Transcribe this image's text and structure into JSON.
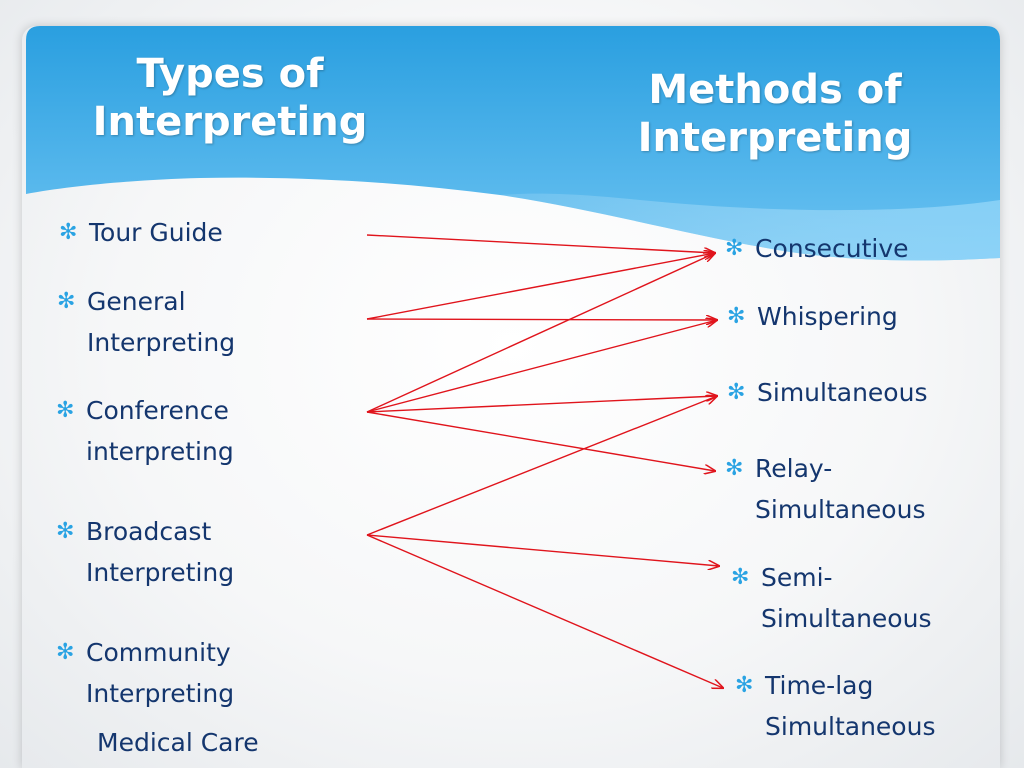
{
  "titles": {
    "left": "Types of Interpreting",
    "right": "Methods of Interpreting"
  },
  "types": [
    {
      "id": "tour-guide",
      "label": "Tour Guide"
    },
    {
      "id": "general",
      "label": "General\nInterpreting"
    },
    {
      "id": "conference",
      "label": "Conference\ninterpreting"
    },
    {
      "id": "broadcast",
      "label": "Broadcast\nInterpreting"
    },
    {
      "id": "community",
      "label": "Community\nInterpreting"
    }
  ],
  "community_note": "Medical Care",
  "methods": [
    {
      "id": "consecutive",
      "label": "Consecutive"
    },
    {
      "id": "whispering",
      "label": "Whispering"
    },
    {
      "id": "simultaneous",
      "label": "Simultaneous"
    },
    {
      "id": "relay",
      "label": "Relay-\nSimultaneous"
    },
    {
      "id": "semi",
      "label": "Semi-\nSimultaneous"
    },
    {
      "id": "time-lag",
      "label": "Time-lag\nSimultaneous"
    }
  ],
  "links": [
    {
      "from": "tour-guide",
      "to": "consecutive"
    },
    {
      "from": "general",
      "to": "consecutive"
    },
    {
      "from": "general",
      "to": "whispering"
    },
    {
      "from": "conference",
      "to": "consecutive"
    },
    {
      "from": "conference",
      "to": "whispering"
    },
    {
      "from": "conference",
      "to": "simultaneous"
    },
    {
      "from": "conference",
      "to": "relay"
    },
    {
      "from": "broadcast",
      "to": "simultaneous"
    },
    {
      "from": "broadcast",
      "to": "semi"
    },
    {
      "from": "broadcast",
      "to": "time-lag"
    }
  ],
  "colors": {
    "header_light": "#8fd3f7",
    "header_dark": "#2a9fe0",
    "text": "#14366e",
    "bullet": "#2aa3e3",
    "arrow": "#e0141c"
  },
  "bullet_glyph": "✻"
}
